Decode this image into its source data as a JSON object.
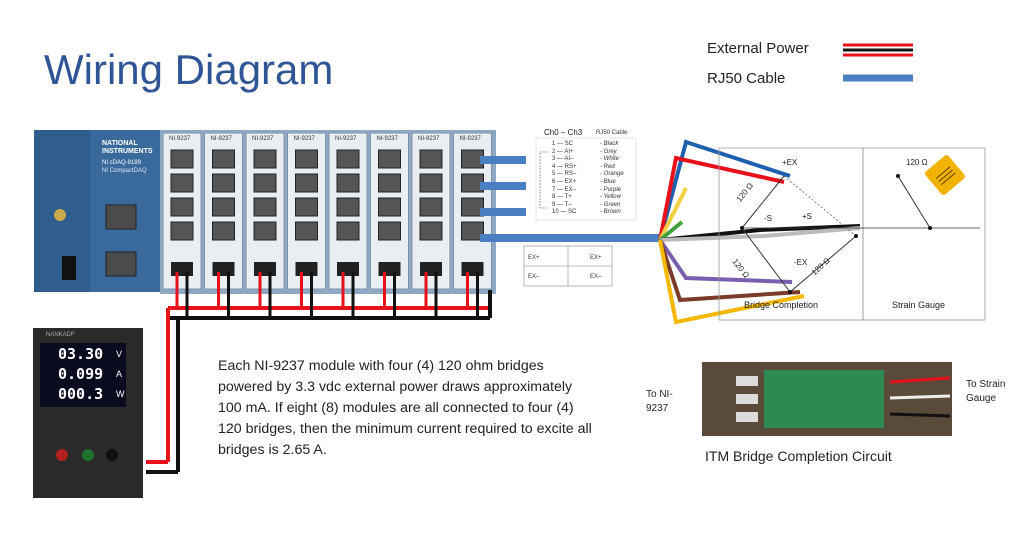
{
  "title": "Wiring Diagram",
  "legend": {
    "external_power": "External Power",
    "rj50_cable": "RJ50 Cable",
    "colors": {
      "red": "#e8101a",
      "black": "#111111",
      "blue": "#4a7fc1"
    }
  },
  "chassis": {
    "brand_line1": "NATIONAL",
    "brand_line2": "INSTRUMENTS",
    "model": "NI cDAQ-9189",
    "subtitle": "NI CompactDAQ",
    "module_label": "NI-9237",
    "module_count": 8
  },
  "power_supply": {
    "brand": "NANKADF",
    "voltage": "03.30",
    "voltage_unit": "V",
    "current": "0.099",
    "current_unit": "A",
    "power": "000.3",
    "power_unit": "W"
  },
  "pinout": {
    "header_left": "Ch0 – Ch3",
    "header_right": "RJ50 Cable",
    "pins": [
      {
        "num": "1",
        "sig": "SC",
        "color": "Black"
      },
      {
        "num": "2",
        "sig": "AI+",
        "color": "Grey"
      },
      {
        "num": "3",
        "sig": "AI–",
        "color": "White"
      },
      {
        "num": "4",
        "sig": "RS+",
        "color": "Red"
      },
      {
        "num": "5",
        "sig": "RS–",
        "color": "Orange"
      },
      {
        "num": "6",
        "sig": "EX+",
        "color": "Blue"
      },
      {
        "num": "7",
        "sig": "EX–",
        "color": "Purple"
      },
      {
        "num": "8",
        "sig": "T+",
        "color": "Yellow"
      },
      {
        "num": "9",
        "sig": "T–",
        "color": "Green"
      },
      {
        "num": "10",
        "sig": "SC",
        "color": "Brown"
      }
    ],
    "ex_left_top": "EX+",
    "ex_left_bottom": "EX–",
    "ex_right_top": "EX+",
    "ex_right_bottom": "EX–"
  },
  "bridge": {
    "plus_ex": "+EX",
    "minus_ex": "-EX",
    "plus_s": "+S",
    "minus_s": "-S",
    "r1": "120 Ω",
    "r2": "120 Ω",
    "r3": "120 Ω",
    "gauge_r": "120 Ω",
    "bridge_completion": "Bridge Completion",
    "strain_gauge": "Strain Gauge"
  },
  "body_text": "Each NI-9237 module with four (4) 120 ohm bridges powered by 3.3 vdc external power draws approximately 100 mA.  If eight (8) modules are all connected to four (4) 120 bridges, then the minimum current required to excite all bridges is 2.65 A.",
  "itm": {
    "caption": "ITM Bridge Completion Circuit",
    "to_ni": "To NI-9237",
    "to_strain": "To Strain Gauge"
  }
}
